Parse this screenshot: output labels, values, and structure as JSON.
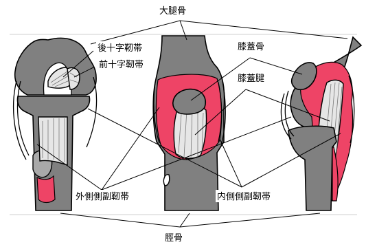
{
  "labels": {
    "femur": "大腿骨",
    "pcl": "後十字靭帯",
    "acl": "前十字靭帯",
    "patella": "膝蓋骨",
    "patellar_tendon": "膝蓋腱",
    "lcl": "外側側副靭帯",
    "mcl": "内側側副靭帯",
    "tibia": "脛骨"
  },
  "colors": {
    "bone": "#808080",
    "ligament": "#e6e6e6",
    "cartilage_red": "#ee4466",
    "divider": "#cccccc"
  },
  "views": [
    "posterior-view",
    "anterior-view",
    "lateral-view"
  ]
}
